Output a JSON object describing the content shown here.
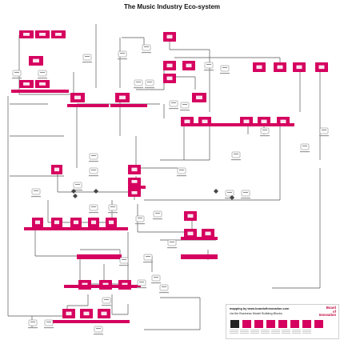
{
  "title": "The  Music Industry Eco-system",
  "legend": {
    "line1": "mapping by www.boardofinnovation.com",
    "line2": "via the Business Model Building Blocks",
    "logo_line1": "Board",
    "logo_line2": "of",
    "logo_line3": "Innovation",
    "icons": [
      "company",
      "company",
      "customer",
      "customer",
      "non-profit",
      "government",
      "company",
      "company"
    ]
  },
  "colors": {
    "accent": "#d5005f",
    "line": "#555555",
    "card": "#ffffff"
  }
}
